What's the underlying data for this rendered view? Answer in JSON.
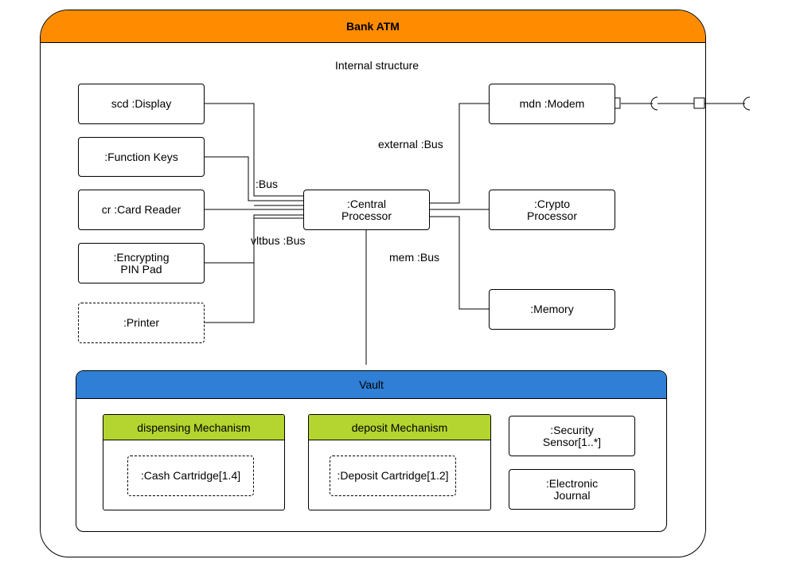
{
  "diagram": {
    "title": "Bank ATM",
    "internal_label": "Internal structure",
    "parts": {
      "display": "scd :Display",
      "function_keys": ":Function Keys",
      "card_reader": "cr :Card Reader",
      "pin_pad_line1": ":Encrypting",
      "pin_pad_line2": "PIN Pad",
      "printer": ":Printer",
      "cpu_line1": ":Central",
      "cpu_line2": "Processor",
      "modem": "mdn :Modem",
      "crypto_line1": ":Crypto",
      "crypto_line2": "Processor",
      "memory": ":Memory"
    },
    "buses": {
      "bus": ":Bus",
      "vltbus": "vltbus :Bus",
      "external": "external :Bus",
      "mem": "mem :Bus"
    },
    "vault": {
      "title": "Vault",
      "dispensing": {
        "title": "dispensing Mechanism",
        "part": ":Cash Cartridge[1.4]"
      },
      "deposit": {
        "title": "deposit Mechanism",
        "part": ":Deposit Cartridge[1.2]"
      },
      "security_line1": ":Security",
      "security_line2": "Sensor[1..*]",
      "journal_line1": ":Electronic",
      "journal_line2": "Journal"
    }
  }
}
